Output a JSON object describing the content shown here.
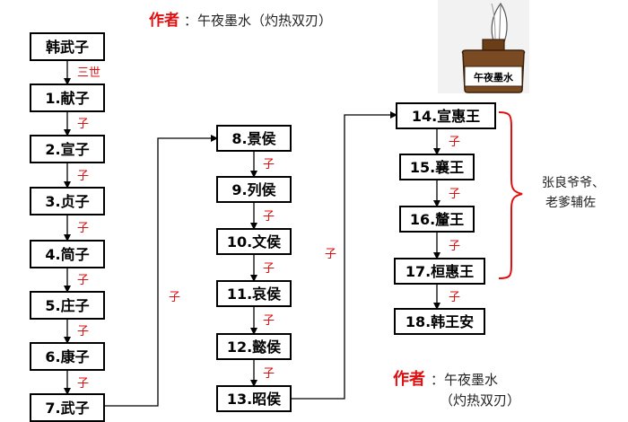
{
  "header": {
    "author_label": "作者",
    "author_name": "：午夜墨水（灼热双刃）"
  },
  "footer": {
    "author_label": "作者",
    "author_name": "：午夜墨水",
    "author_alias": "（灼热双刃）"
  },
  "logo": {
    "label": "午夜墨水",
    "icon": "ink-bottle-quill-icon"
  },
  "columns": [
    {
      "nodes": [
        "韩武子",
        "1.献子",
        "2.宣子",
        "3.贞子",
        "4.简子",
        "5.庄子",
        "6.康子",
        "7.武子"
      ],
      "edge_labels": [
        "三世",
        "子",
        "子",
        "子",
        "子",
        "子",
        "子"
      ]
    },
    {
      "nodes": [
        "8.景侯",
        "9.列侯",
        "10.文侯",
        "11.哀侯",
        "12.懿侯",
        "13.昭侯"
      ],
      "edge_labels": [
        "子",
        "子",
        "子",
        "子",
        "子"
      ]
    },
    {
      "nodes": [
        "14.宣惠王",
        "15.襄王",
        "16.釐王",
        "17.桓惠王",
        "18.韩王安"
      ],
      "edge_labels": [
        "子",
        "子",
        "子",
        "子"
      ]
    }
  ],
  "connectors": {
    "col1_to_col2_label": "子",
    "col2_to_col3_label": "子"
  },
  "bracket_note": {
    "line1": "张良爷爷、",
    "line2": "老爹辅佐"
  }
}
